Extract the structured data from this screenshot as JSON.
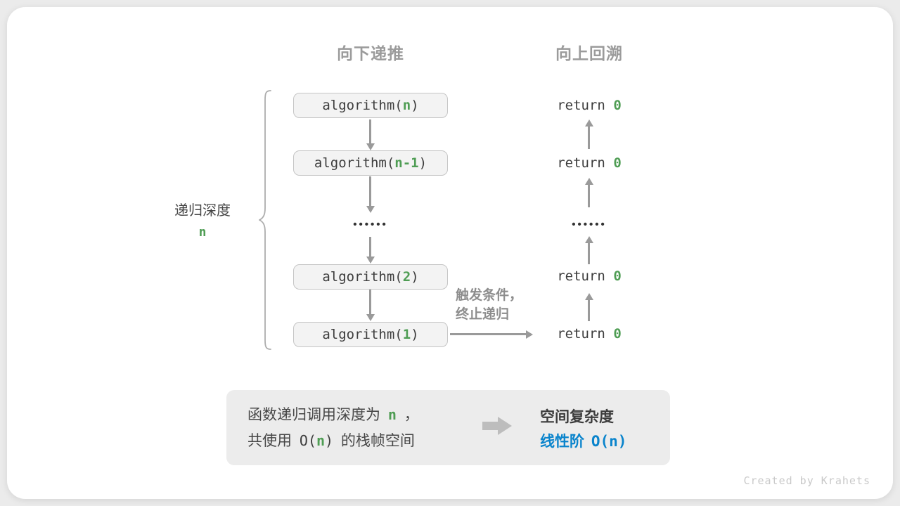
{
  "colors": {
    "green": "#4F9D54",
    "blue": "#0A84CC",
    "arrow_gray": "#9A9A9A",
    "box_fill": "#F3F3F3",
    "summary_bg": "#ECECEC"
  },
  "headers": {
    "down": "向下递推",
    "up": "向上回溯"
  },
  "depth": {
    "label": "递归深度",
    "value": "n"
  },
  "stack": {
    "calls": [
      {
        "pre": "algorithm(",
        "arg": "n",
        "post": ")"
      },
      {
        "pre": "algorithm(",
        "arg": "n-1",
        "post": ")"
      },
      {
        "pre": "algorithm(",
        "arg": "2",
        "post": ")"
      },
      {
        "pre": "algorithm(",
        "arg": "1",
        "post": ")"
      }
    ],
    "dots": "••••••"
  },
  "returns": {
    "items": [
      {
        "pre": "return ",
        "val": "0"
      },
      {
        "pre": "return ",
        "val": "0"
      },
      {
        "pre": "return ",
        "val": "0"
      },
      {
        "pre": "return ",
        "val": "0"
      }
    ],
    "dots": "••••••"
  },
  "annotation": {
    "line1": "触发条件，",
    "line2": "终止递归"
  },
  "summary": {
    "line1_pre": "函数递归调用深度为",
    "line1_n": "n",
    "line1_post": "，",
    "line2_pre": "共使用",
    "line2_o": "O(",
    "line2_n": "n",
    "line2_close": ")",
    "line2_post": "的栈帧空间",
    "result_title": "空间复杂度",
    "result_label": "线性阶",
    "result_big_o": "O(n)"
  },
  "credit": "Created by Krahets"
}
